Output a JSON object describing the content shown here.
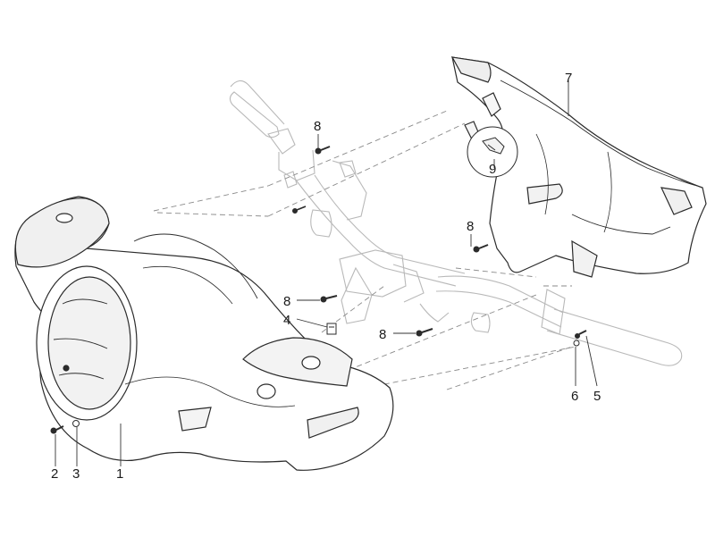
{
  "diagram": {
    "style": "exploded parts diagram, line art",
    "colors": {
      "outline": "#2b2b2b",
      "handlebar": "#b9b9b9",
      "leader": "#333333",
      "phantom": "#8a8a8a",
      "shading": "#e6e6e6"
    },
    "callouts": {
      "c1": "1",
      "c2": "2",
      "c3": "3",
      "c4": "4",
      "c5": "5",
      "c6": "6",
      "c7": "7",
      "c8a": "8",
      "c8b": "8",
      "c8c": "8",
      "c8d": "8",
      "c9": "9"
    },
    "parts": [
      {
        "id": "1",
        "name": "front handlebar cover"
      },
      {
        "id": "2",
        "name": "screw"
      },
      {
        "id": "3",
        "name": "washer"
      },
      {
        "id": "4",
        "name": "clip nut"
      },
      {
        "id": "5",
        "name": "screw"
      },
      {
        "id": "6",
        "name": "washer"
      },
      {
        "id": "7",
        "name": "rear handlebar cover"
      },
      {
        "id": "8",
        "name": "screw"
      },
      {
        "id": "9",
        "name": "clip"
      }
    ]
  }
}
